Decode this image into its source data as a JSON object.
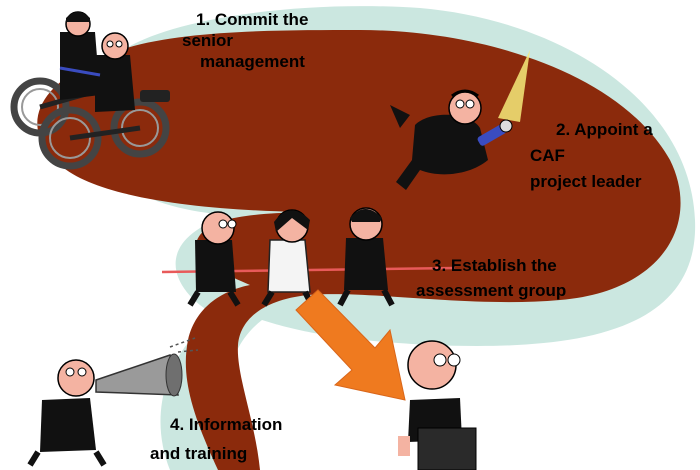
{
  "colors": {
    "path_fill": "#8b2a0c",
    "path_shadow": "#cbe7e0",
    "arrow": "#ef7a1f",
    "skin": "#f4b3a2",
    "suit": "#111111",
    "rope": "#e85a5a"
  },
  "steps": [
    {
      "lines": [
        "1. Commit the",
        "senior",
        "management"
      ]
    },
    {
      "lines": [
        "2. Appoint a",
        "CAF",
        "project leader"
      ]
    },
    {
      "lines": [
        "3. Establish the",
        "assessment group"
      ]
    },
    {
      "lines": [
        "4. Information",
        "and training"
      ]
    }
  ],
  "icons": {
    "step1": "tandem-bicycle-riders-icon",
    "step2": "flashlight-searcher-icon",
    "step3": "tug-of-war-team-icon",
    "step4a": "megaphone-speaker-icon",
    "step4b": "listener-at-podium-icon",
    "arrow": "orange-arrow-icon"
  }
}
